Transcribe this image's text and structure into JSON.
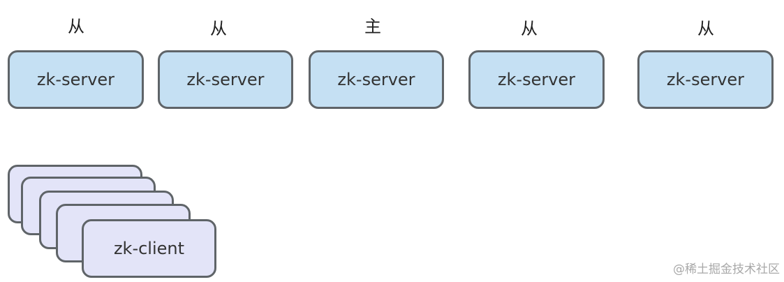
{
  "servers": [
    {
      "role": "从",
      "label": "zk-server"
    },
    {
      "role": "从",
      "label": "zk-server"
    },
    {
      "role": "主",
      "label": "zk-server"
    },
    {
      "role": "从",
      "label": "zk-server"
    },
    {
      "role": "从",
      "label": "zk-server"
    }
  ],
  "client": {
    "label": "zk-client"
  },
  "watermark": "@稀土掘金技术社区",
  "colors": {
    "server_fill": "#c5e0f3",
    "client_fill": "#e3e4f8",
    "border": "#5f6468"
  }
}
